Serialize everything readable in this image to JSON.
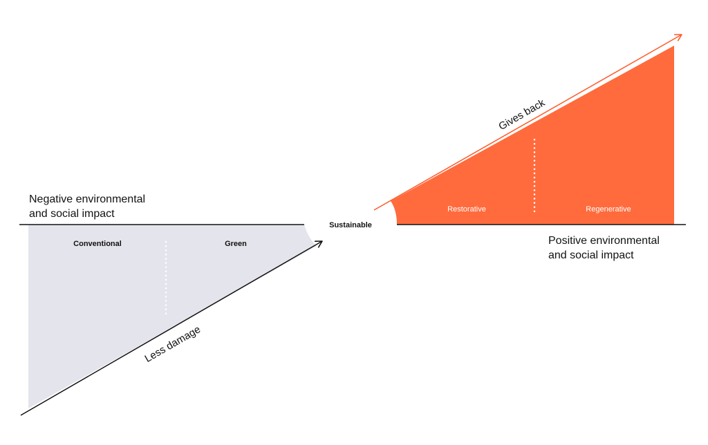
{
  "diagram": {
    "colors": {
      "negative_fill": "#e4e4ec",
      "positive_fill": "#ff6b3d",
      "arrow_dark": "#111111",
      "arrow_orange": "#ff5a28",
      "baseline": "#111111",
      "divider_light": "#ffffff"
    },
    "negative_side": {
      "label_line1": "Negative environmental",
      "label_line2": "and social impact",
      "regions": [
        "Conventional",
        "Green"
      ],
      "arrow_label": "Less damage"
    },
    "center": {
      "label": "Sustainable"
    },
    "positive_side": {
      "label_line1": "Positive environmental",
      "label_line2": "and social impact",
      "regions": [
        "Restorative",
        "Regenerative"
      ],
      "arrow_label": "Gives back"
    }
  }
}
